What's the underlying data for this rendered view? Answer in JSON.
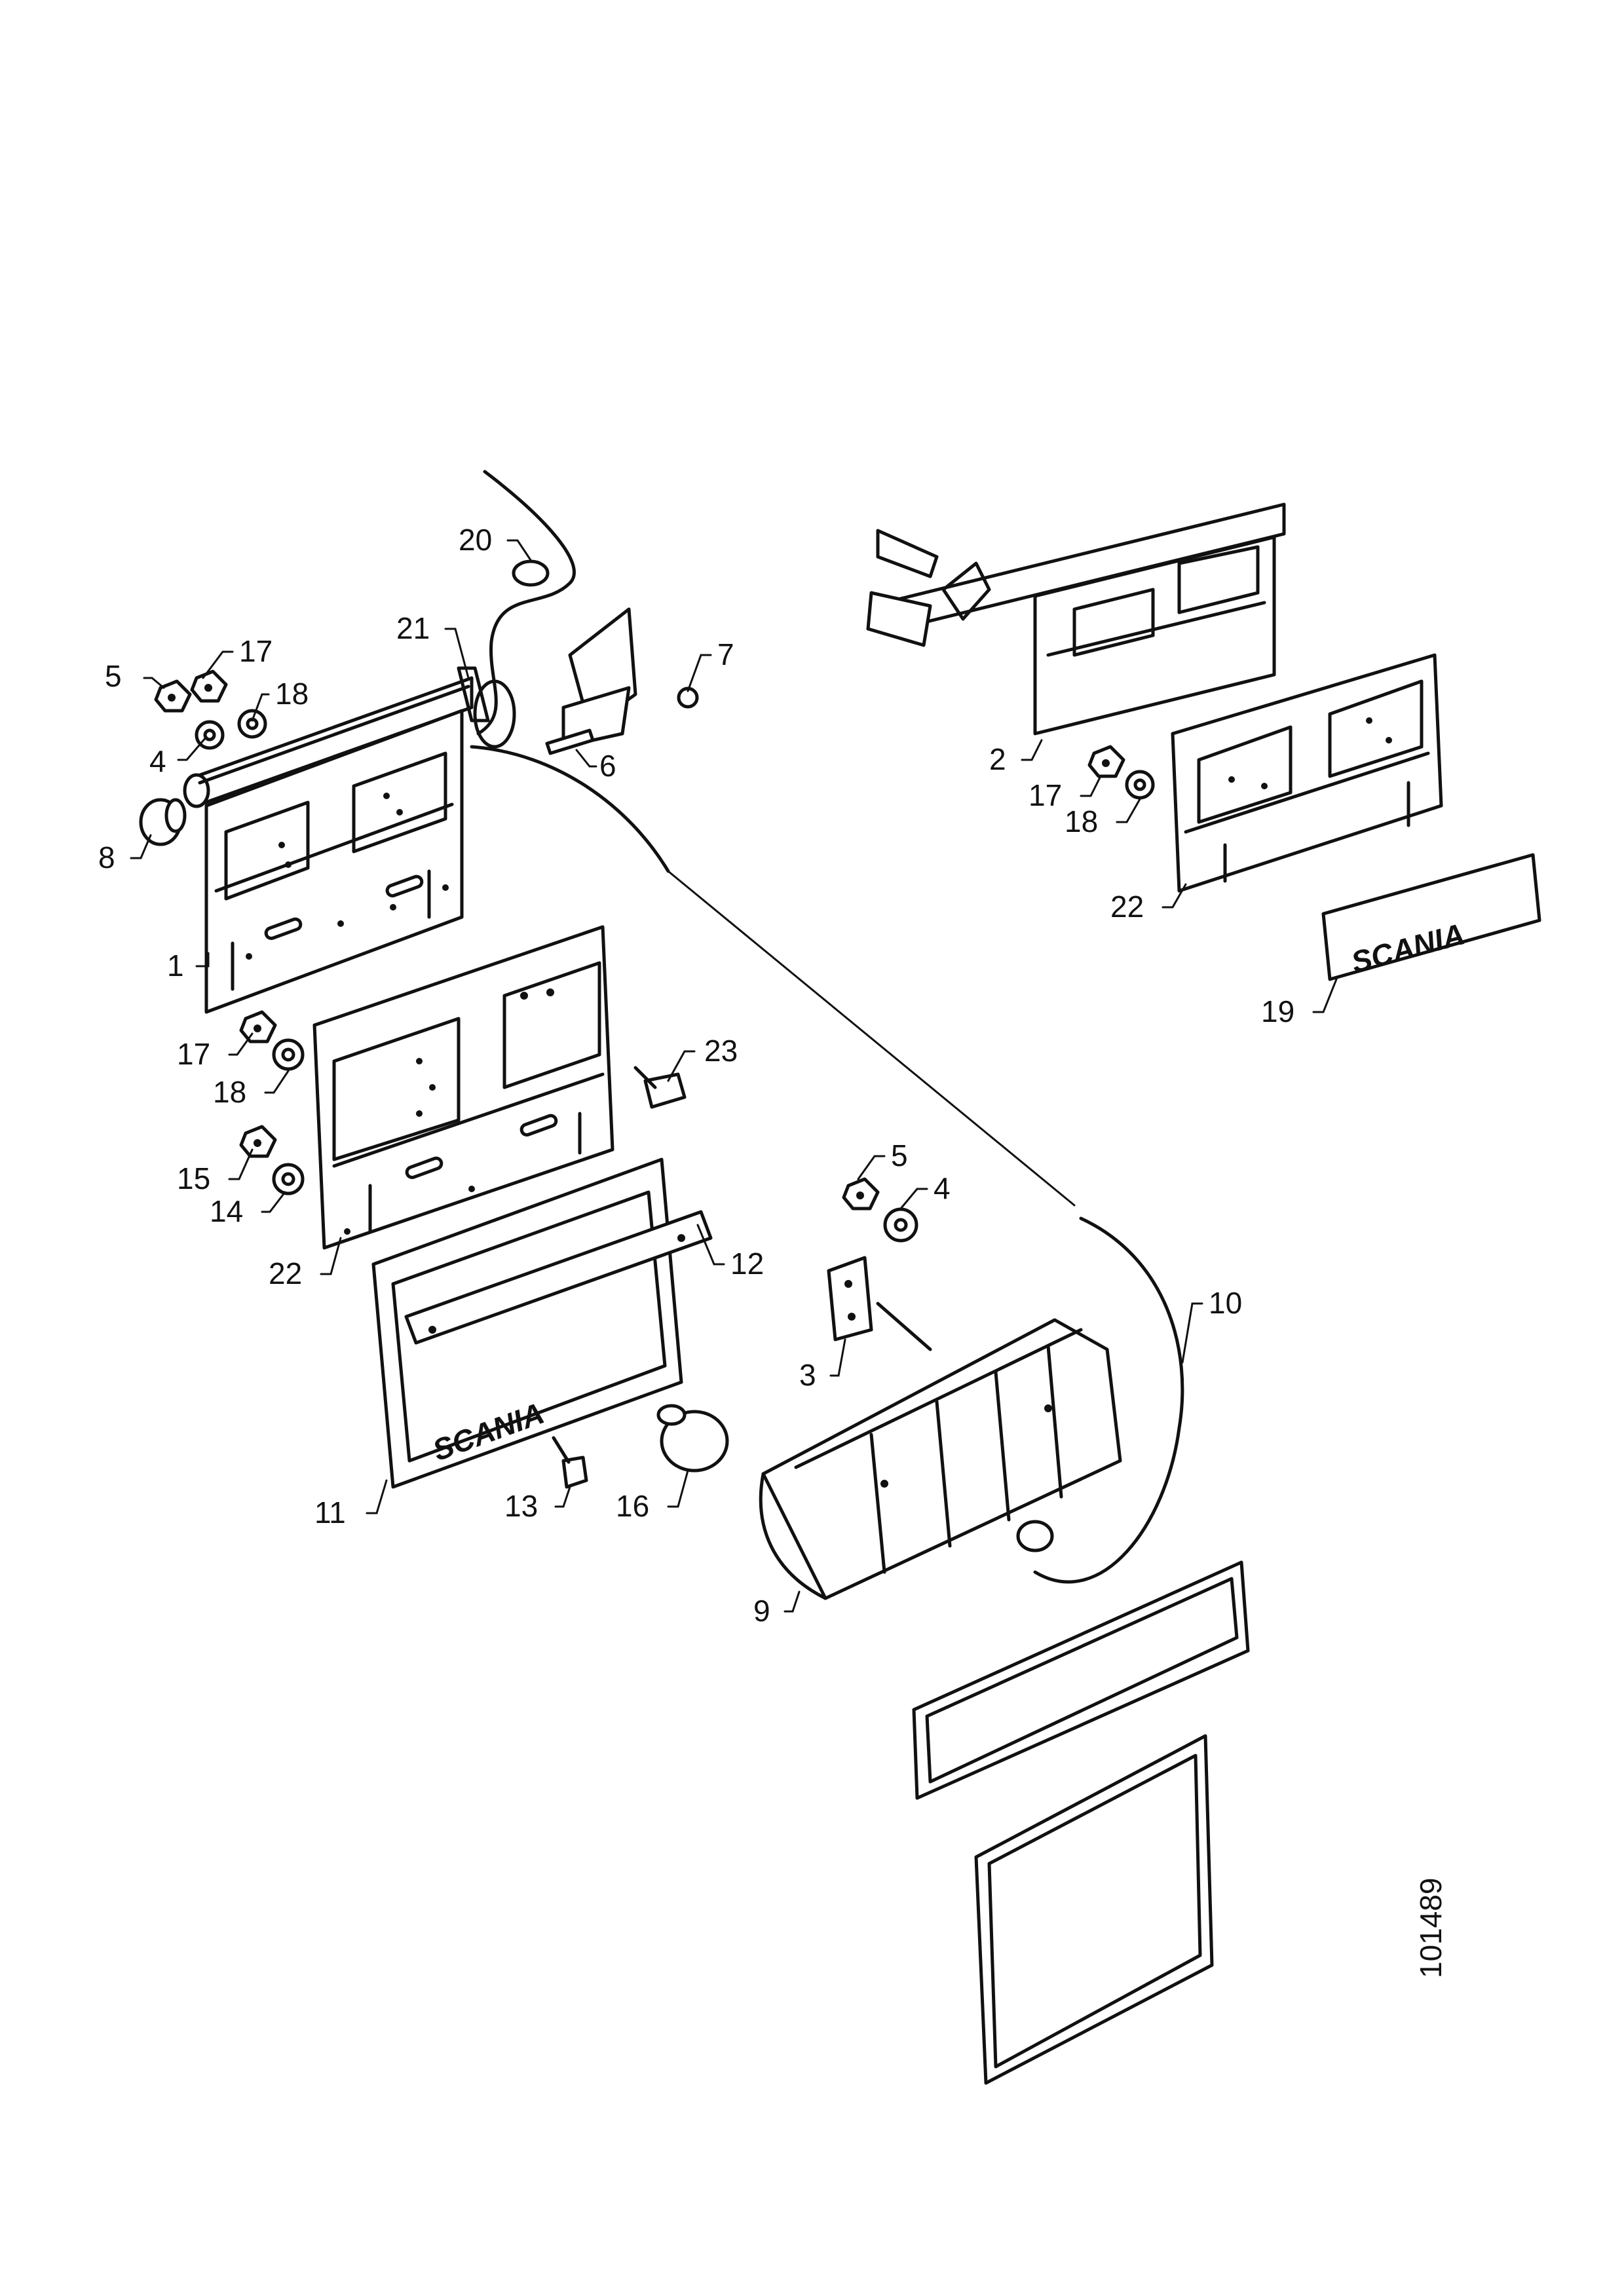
{
  "drawing_number": "101489",
  "brand_text": "SCANIA",
  "callouts": [
    {
      "id": "c1",
      "label": "1"
    },
    {
      "id": "c2",
      "label": "2"
    },
    {
      "id": "c3",
      "label": "3"
    },
    {
      "id": "c4a",
      "label": "4"
    },
    {
      "id": "c4b",
      "label": "4"
    },
    {
      "id": "c5a",
      "label": "5"
    },
    {
      "id": "c5b",
      "label": "5"
    },
    {
      "id": "c6",
      "label": "6"
    },
    {
      "id": "c7",
      "label": "7"
    },
    {
      "id": "c8",
      "label": "8"
    },
    {
      "id": "c9",
      "label": "9"
    },
    {
      "id": "c10",
      "label": "10"
    },
    {
      "id": "c11",
      "label": "11"
    },
    {
      "id": "c12",
      "label": "12"
    },
    {
      "id": "c13",
      "label": "13"
    },
    {
      "id": "c14",
      "label": "14"
    },
    {
      "id": "c15",
      "label": "15"
    },
    {
      "id": "c16",
      "label": "16"
    },
    {
      "id": "c17a",
      "label": "17"
    },
    {
      "id": "c17b",
      "label": "17"
    },
    {
      "id": "c17c",
      "label": "17"
    },
    {
      "id": "c18a",
      "label": "18"
    },
    {
      "id": "c18b",
      "label": "18"
    },
    {
      "id": "c18c",
      "label": "18"
    },
    {
      "id": "c19",
      "label": "19"
    },
    {
      "id": "c20",
      "label": "20"
    },
    {
      "id": "c21",
      "label": "21"
    },
    {
      "id": "c22a",
      "label": "22"
    },
    {
      "id": "c22b",
      "label": "22"
    },
    {
      "id": "c23",
      "label": "23"
    }
  ]
}
